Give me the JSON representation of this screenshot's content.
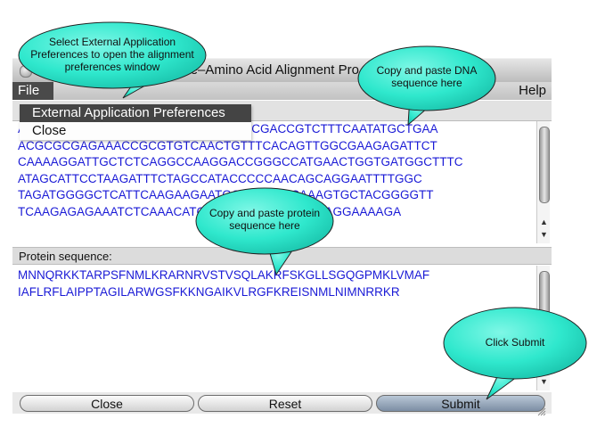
{
  "window": {
    "title": "ide–Amino Acid Alignment Pro"
  },
  "menubar": {
    "file": "File",
    "help": "Help"
  },
  "file_menu": {
    "items": [
      "External Application Preferences",
      "Close"
    ]
  },
  "dna": {
    "lines": [
      "ATGAACCAACCAACGAAAAAAGACGGCTCGACCGTCTTTCAATATGCTGAA",
      "ACGCGCGAGAAACCGCGTGTCAACTGTTTCACAGTTGGCGAAGAGATTCT",
      "CAAAAGGATTGCTCTCAGGCCAAGGACCGGGCCATGAACTGGTGATGGCTTTC",
      "ATAGCATTCCTAAGATTTCTAGCCATACCCCCAACAGCAGGAATTTTGGC",
      "TAGATGGGGCTCATTCAAGAAGAATGGAGCGATCAAAGTGCTACGGGGTT",
      "TCAAGAGAGAAATCTCAAACATGTTGAACATAATGAACAGGAAAAGA"
    ]
  },
  "protein": {
    "label": "Protein sequence:",
    "lines": [
      "MNNQRKKTARPSFNMLKRARNRVSTVSQLAKRFSKGLLSGQGPMKLVMAF",
      "IAFLRFLAIPPTAGILARWGSFKKNGAIKVLRGFKREISNMLNIMNRRKR"
    ]
  },
  "buttons": {
    "close": "Close",
    "reset": "Reset",
    "submit": "Submit"
  },
  "callouts": {
    "prefs": [
      "Select External Application",
      "Preferences to open the alignment",
      "preferences window"
    ],
    "dna": [
      "Copy and paste DNA",
      "sequence here"
    ],
    "protein": [
      "Copy and paste protein",
      "sequence here"
    ],
    "submit": [
      "Click Submit"
    ]
  },
  "colors": {
    "sequence_text": "#1a1ad6",
    "callout_fill": "#2fe8cd",
    "selected_menu": "#444444"
  }
}
